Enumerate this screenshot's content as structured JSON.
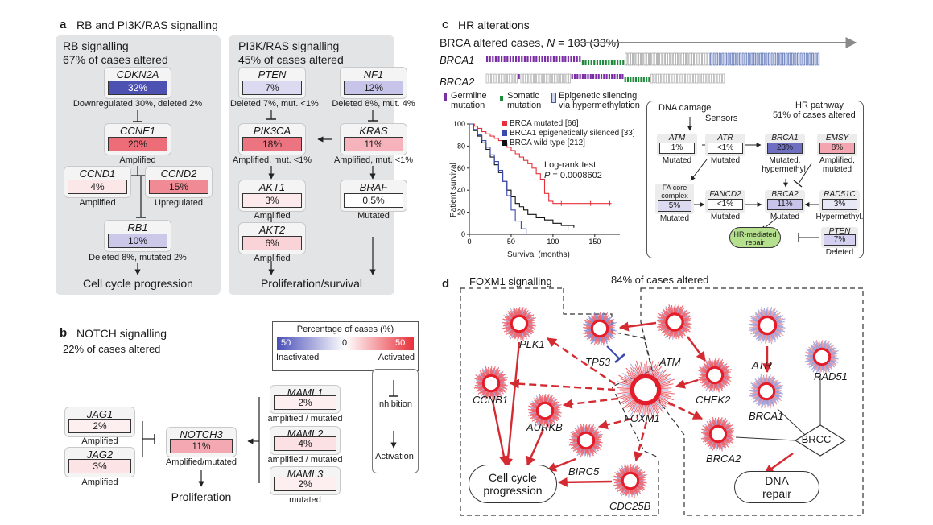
{
  "colors": {
    "activated": "#e8303a",
    "inactivated": "#4a4fb8",
    "panel_bg": "#e3e4e5",
    "germline": "#7b2fa5",
    "somatic": "#1f8a3b",
    "epigenetic": "#3e58a6"
  },
  "panel_a": {
    "label": "a",
    "title": "RB and PI3K/RAS signalling",
    "rb": {
      "title": "RB signalling",
      "subtitle": "67% of cases altered",
      "nodes": [
        {
          "name": "CDKN2A",
          "pct": "32%",
          "ann": "Downregulated 30%, deleted 2%"
        },
        {
          "name": "CCNE1",
          "pct": "20%",
          "ann": "Amplified"
        },
        {
          "name": "CCND1",
          "pct": "4%",
          "ann": "Amplified"
        },
        {
          "name": "CCND2",
          "pct": "15%",
          "ann": "Upregulated"
        },
        {
          "name": "RB1",
          "pct": "10%",
          "ann": "Deleted 8%, mutated 2%"
        }
      ],
      "outcome": "Cell cycle progression"
    },
    "pi3k": {
      "title": "PI3K/RAS signalling",
      "subtitle": "45% of cases altered",
      "nodes": [
        {
          "name": "PTEN",
          "pct": "7%",
          "ann": "Deleted 7%, mut. <1%"
        },
        {
          "name": "NF1",
          "pct": "12%",
          "ann": "Deleted 8%, mut. 4%"
        },
        {
          "name": "PIK3CA",
          "pct": "18%",
          "ann": "Amplified, mut. <1%"
        },
        {
          "name": "KRAS",
          "pct": "11%",
          "ann": "Amplified, mut. <1%"
        },
        {
          "name": "AKT1",
          "pct": "3%",
          "ann": "Amplified"
        },
        {
          "name": "BRAF",
          "pct": "0.5%",
          "ann": "Mutated"
        },
        {
          "name": "AKT2",
          "pct": "6%",
          "ann": "Amplified"
        }
      ],
      "outcome": "Proliferation/survival"
    }
  },
  "panel_b": {
    "label": "b",
    "title": "NOTCH signalling",
    "subtitle": "22% of cases altered",
    "nodes": [
      {
        "name": "JAG1",
        "pct": "2%",
        "ann": "Amplified"
      },
      {
        "name": "JAG2",
        "pct": "3%",
        "ann": "Amplified"
      },
      {
        "name": "NOTCH3",
        "pct": "11%",
        "ann": "Amplified/mutated"
      },
      {
        "name": "MAML1",
        "pct": "2%",
        "ann": "amplified / mutated"
      },
      {
        "name": "MAML2",
        "pct": "4%",
        "ann": "amplified / mutated"
      },
      {
        "name": "MAML3",
        "pct": "2%",
        "ann": "mutated"
      }
    ],
    "outcome": "Proliferation",
    "legend": {
      "title": "Percentage of cases (%)",
      "left_val": "50",
      "mid_val": "0",
      "right_val": "50",
      "left_label": "Inactivated",
      "right_label": "Activated"
    },
    "key": {
      "inhibition": "Inhibition",
      "activation": "Activation"
    }
  },
  "panel_c": {
    "label": "c",
    "title": "HR alterations",
    "header_prefix": "BRCA altered cases, ",
    "header_n": "N",
    "header_suffix": " = 103 (33%)",
    "tracks": [
      "BRCA1",
      "BRCA2"
    ],
    "legend": [
      {
        "label": "Germline\nmutation",
        "color": "germline"
      },
      {
        "label": "Somatic\nmutation",
        "color": "somatic"
      },
      {
        "label": "Epigenetic silencing\nvia hypermethylation",
        "color": "epigenetic"
      }
    ],
    "km": {
      "legend": [
        "BRCA mutated [66]",
        "BRCA1 epigenetically silenced [33]",
        "BRCA wild type [212]"
      ],
      "test_line1": "Log-rank test",
      "test_line2_prefix": "P",
      "test_line2_suffix": " = 0.0008602",
      "xlabel": "Survival (months)",
      "ylabel": "Patient survival",
      "xticks": [
        "0",
        "50",
        "100",
        "150"
      ],
      "yticks": [
        "100",
        "80",
        "60",
        "40",
        "20",
        "0"
      ]
    },
    "hr": {
      "damage": "DNA damage",
      "sensors": "Sensors",
      "title": "HR pathway",
      "subtitle": "51% of cases altered",
      "nodes": [
        {
          "name": "ATM",
          "pct": "1%",
          "ann": "Mutated"
        },
        {
          "name": "ATR",
          "pct": "<1%",
          "ann": "Mutated"
        },
        {
          "name": "BRCA1",
          "pct": "23%",
          "ann": "Mutated,\nhypermethyl."
        },
        {
          "name": "EMSY",
          "pct": "8%",
          "ann": "Amplified,\nmutated"
        },
        {
          "name": "FA core\ncomplex",
          "pct": "5%",
          "ann": "Mutated"
        },
        {
          "name": "FANCD2",
          "pct": "<1%",
          "ann": "Mutated"
        },
        {
          "name": "BRCA2",
          "pct": "11%",
          "ann": "Mutated"
        },
        {
          "name": "RAD51C",
          "pct": "3%",
          "ann": "Hypermethyl."
        },
        {
          "name": "PTEN",
          "pct": "7%",
          "ann": "Deleted"
        }
      ],
      "repair": "HR-mediated\nrepair"
    }
  },
  "panel_d": {
    "label": "d",
    "title": "FOXM1 signalling",
    "subtitle": "84% of cases altered",
    "genes": [
      "PLK1",
      "TP53",
      "ATM",
      "ATR",
      "RAD51",
      "CCNB1",
      "AURKB",
      "FOXM1",
      "CHEK2",
      "BRCA1",
      "BRCA2",
      "BIRC5",
      "CDC25B"
    ],
    "brcc": "BRCC",
    "cell_cycle": "Cell cycle\nprogression",
    "dna_repair": "DNA\nrepair"
  }
}
